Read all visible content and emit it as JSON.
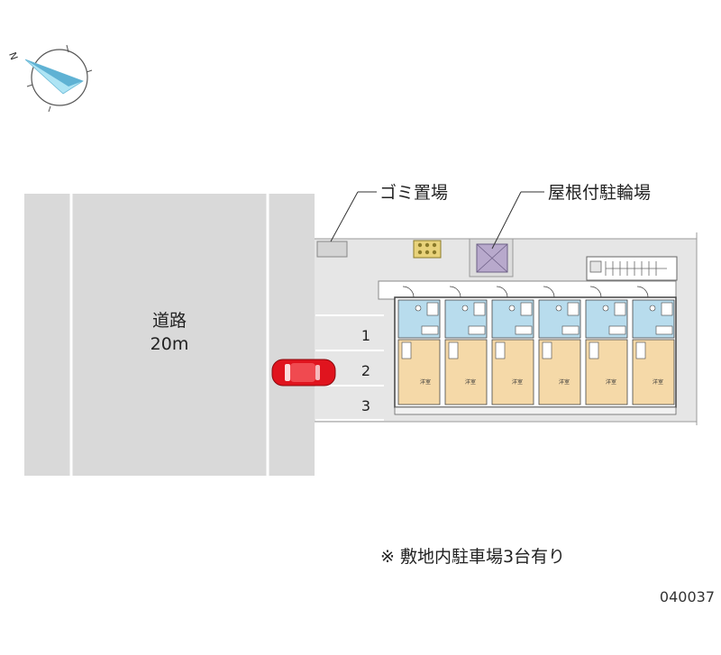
{
  "compass": {
    "north_label": "N"
  },
  "road": {
    "name": "道路",
    "width": "20m"
  },
  "labels": {
    "garbage": "ゴミ置場",
    "bike_parking": "屋根付駐輪場"
  },
  "parking": {
    "spaces": [
      "1",
      "2",
      "3"
    ],
    "occupied_space": "2"
  },
  "rooms": {
    "count": 6,
    "western_room_label": "洋室"
  },
  "note": "※ 敷地内駐車場3台有り",
  "code": "040037",
  "colors": {
    "road": "#d9d9d9",
    "site": "#e6e6e6",
    "room_floor": "#f5d9a8",
    "wet_area": "#b8dced",
    "car": "#e0141e",
    "bike_roof": "#b8a9cc",
    "garbage_box": "#e8d27a"
  }
}
